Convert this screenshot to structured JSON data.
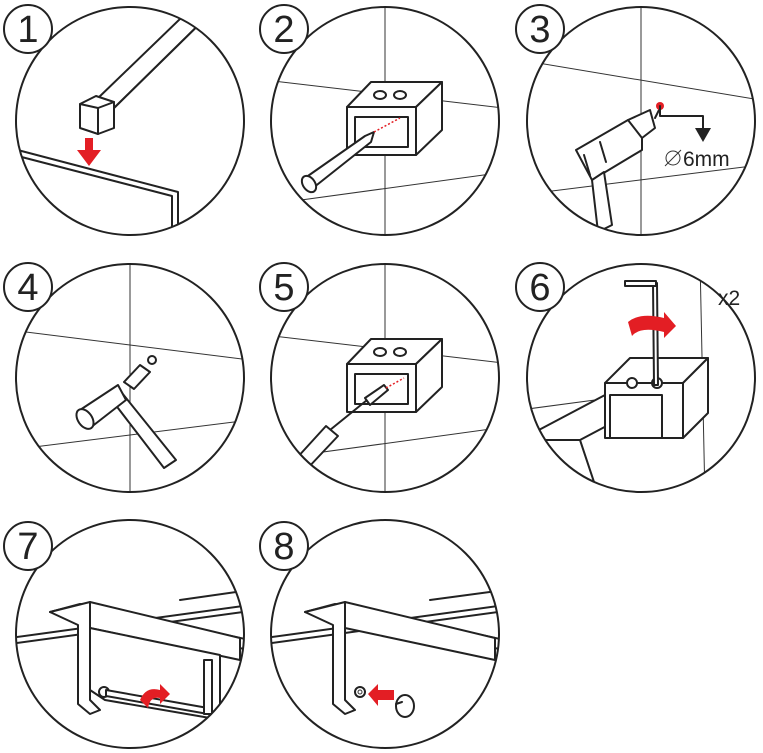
{
  "steps": [
    {
      "number": "1"
    },
    {
      "number": "2"
    },
    {
      "number": "3",
      "annotation": "6mm"
    },
    {
      "number": "4"
    },
    {
      "number": "5"
    },
    {
      "number": "6",
      "annotation": "x2"
    },
    {
      "number": "7"
    },
    {
      "number": "8"
    }
  ],
  "colors": {
    "arrow": "#e31e24",
    "line": "#222222"
  }
}
